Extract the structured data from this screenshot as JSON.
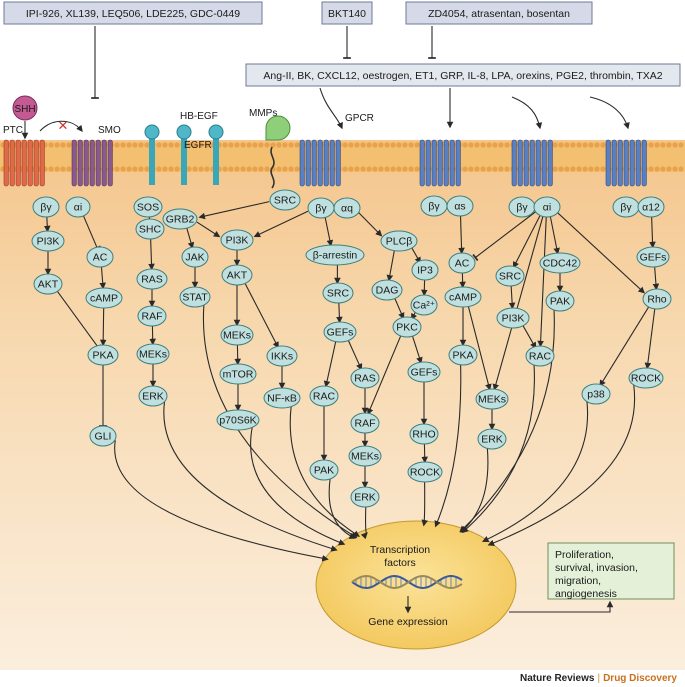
{
  "drug_boxes": {
    "smo_inhibitors": "IPI-926, XL139, LEQ506, LDE225, GDC-0449",
    "bk_antagonist": "BKT140",
    "et_antagonists": "ZD4054, atrasentan, bosentan"
  },
  "ligands": "Ang-II, BK, CXCL12, oestrogen, ET1, GRP, IL-8, LPA, orexins, PGE2, thrombin, TXA2",
  "membrane_labels": {
    "shh": "SHH",
    "ptc": "PTC",
    "smo": "SMO",
    "hb_egf": "HB-EGF",
    "egfr": "EGFR",
    "mmps": "MMPs",
    "gpcr": "GPCR"
  },
  "nodes": {
    "bg1": "βγ",
    "ai1": "αi",
    "pi3k1": "PI3K",
    "ac1": "AC",
    "akt1": "AKT",
    "camp1": "cAMP",
    "pka1": "PKA",
    "gli": "GLI",
    "sos": "SOS",
    "shc": "SHC",
    "grb2": "GRB2",
    "ras1": "RAS",
    "raf1": "RAF",
    "meks1": "MEKs",
    "erk1": "ERK",
    "jak": "JAK",
    "stat": "STAT",
    "pi3k2": "PI3K",
    "akt2": "AKT",
    "meks2": "MEKs",
    "mtor": "mTOR",
    "p70s6k": "p70S6K",
    "ikks": "IKKs",
    "nfkb": "NF-κB",
    "src1": "SRC",
    "bg2": "βγ",
    "aq": "αq",
    "barr": "β-arrestin",
    "src2": "SRC",
    "gefs1": "GEFs",
    "rac1": "RAC",
    "pak1": "PAK",
    "ras2": "RAS",
    "raf2": "RAF",
    "meks3": "MEKs",
    "erk2": "ERK",
    "plcb": "PLCβ",
    "ip3": "IP3",
    "dag": "DAG",
    "ca": "Ca²⁺",
    "pkc": "PKC",
    "gefs2": "GEFs",
    "rho1": "RHO",
    "rock1": "ROCK",
    "bg3": "βγ",
    "as": "αs",
    "ac2": "AC",
    "camp2": "cAMP",
    "pka2": "PKA",
    "meks4": "MEKs",
    "erk3": "ERK",
    "bg4": "βγ",
    "ai2": "αi",
    "src3": "SRC",
    "pi3k3": "PI3K",
    "rac2": "RAC",
    "cdc42": "CDC42",
    "pak2": "PAK",
    "bg5": "βγ",
    "a12": "α12",
    "gefs3": "GEFs",
    "rho2": "Rho",
    "p38": "p38",
    "rock2": "ROCK"
  },
  "nucleus": {
    "tf": "Transcription factors",
    "ge": "Gene expression"
  },
  "outcome": "Proliferation, survival, invasion, migration, angiogenesis",
  "footer": {
    "journal": "Nature Reviews",
    "section": "Drug Discovery"
  },
  "colors": {
    "cytoplasm": "#f7d8ae",
    "membrane": "#f0b868",
    "node_fill": "#bfe0de",
    "node_stroke": "#3d7f80",
    "gpcr_blue": "#5b7fbf",
    "ptc_red": "#e0694a",
    "smo_purple": "#8a5a8c",
    "egfr_teal": "#3aa7b8",
    "nucleus_fill": "#f8d36f",
    "outcome_fill": "#e4f0d8",
    "drug_box_fill": "#d6dae8"
  }
}
